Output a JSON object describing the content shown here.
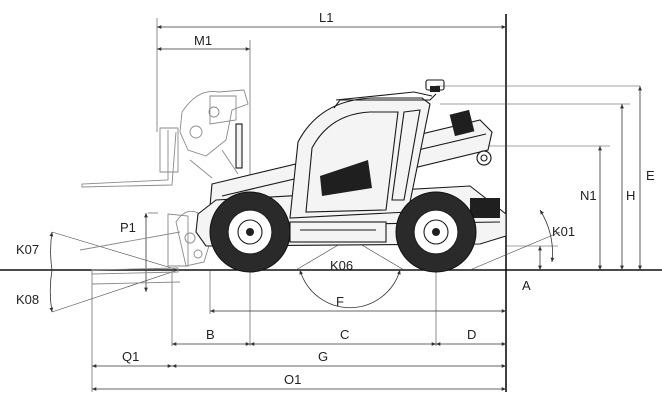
{
  "labels": {
    "L1": "L1",
    "M1": "M1",
    "E": "E",
    "N1": "N1",
    "H": "H",
    "P1": "P1",
    "K07": "K07",
    "K08": "K08",
    "K06": "K06",
    "K01": "K01",
    "A": "A",
    "F": "F",
    "B": "B",
    "C": "C",
    "D": "D",
    "Q1": "Q1",
    "G": "G",
    "O1": "O1"
  }
}
